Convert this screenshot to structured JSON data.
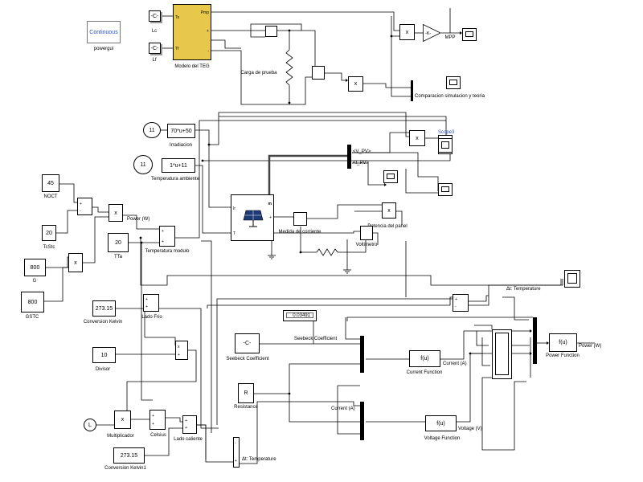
{
  "blocks": {
    "continuous": "Continuous",
    "powergui": "powergui",
    "teg_model": "Modelo del TEG",
    "teg_port_ts": "Ts",
    "teg_port_tf": "Tf",
    "teg_port_pmp": "Pmp",
    "teg_port_plus": "+",
    "teg_port_minus": "-",
    "const_c": "-C-",
    "lc": "Lc",
    "lf": "Lf",
    "carga": "Carga de prueba",
    "mpp": "MPP",
    "gain": "-K-",
    "comparacion": "Comparacion simulacion y teoria",
    "irradiacion_fn": "70*u+50",
    "irradiacion": "Irradiacion",
    "temp_fn": "1*u+11",
    "temp_ambiente": "Temperatura ambiente",
    "src_value": "11",
    "scope3": "Scope3",
    "noct_val": "45",
    "noct": "NOCT",
    "tcstc_val": "20",
    "tcstc": "TcStc",
    "g_val": "800",
    "g": "G",
    "gstc_val": "800",
    "gstc": "GSTC",
    "tta_val": "20",
    "tta": "TTa",
    "power_w": "Power (W)",
    "temp_modulo": "Temperatura modulo",
    "pv_port_ir": "Ir",
    "pv_port_t": "T",
    "pv_port_m": "m",
    "pv_port_plus": "+",
    "v_pv": "<V_PV>",
    "i_pv": "<I_PV>",
    "medida_corriente": "Medida de corriente",
    "potencia_panel": "Potencia del panel",
    "voltimetro": "Voltimetro",
    "k27315": "273.15",
    "conversion_kelvin": "Conversion Kelvin",
    "lado_frio": "Lado Frio",
    "divisor_val": "10",
    "divisor": "Divisor",
    "multiplicador": "Multiplicador",
    "celsius": "Celsius",
    "lado_caliente": "Lado caliente",
    "conversion_kelvin1": "Conversion Kelvin1",
    "display_val": "0.03491",
    "seebeck_c": "-C-",
    "seebeck_coeff_label": "Seebeck Coefficient",
    "seebeck_coefficient": "Seebeck Coefficient",
    "r_val": "R",
    "resistance": "Resistance",
    "fu": "f(u)",
    "current_function": "Current Function",
    "current_a": "Current (A)",
    "current_a2": "Current (A)",
    "voltage_function": "Voltage Function",
    "voltage_v": "Voltage (V)",
    "power_function": "Power Function",
    "power_w2": "Power (W)",
    "dt_temperature": "Δt: Temperature",
    "dt_temperature2": "Δt: Temperature",
    "x": "x",
    "plus": "+",
    "minus": "-",
    "l_clock": "L"
  }
}
